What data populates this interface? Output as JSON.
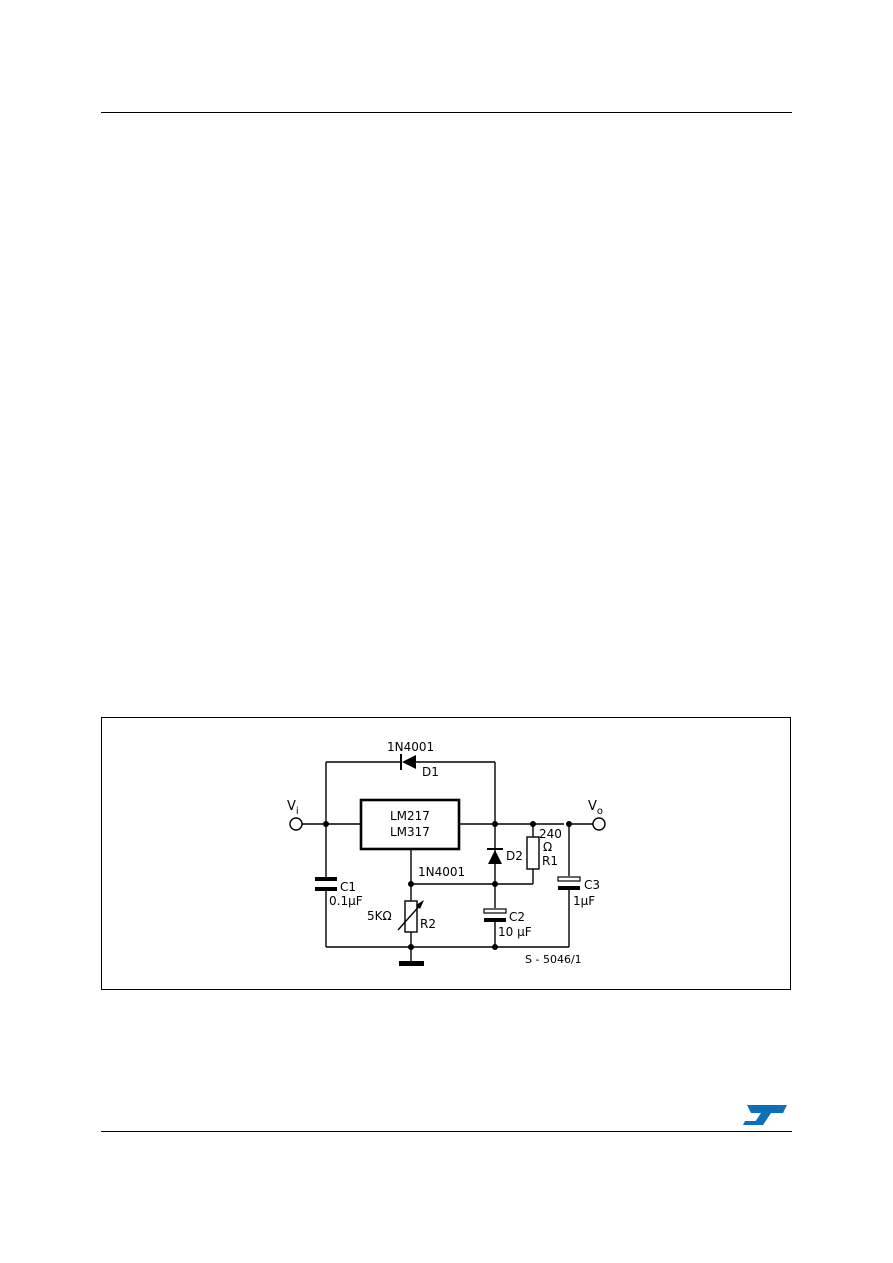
{
  "logo_text": "ST",
  "figure": {
    "ic_line1": "LM217",
    "ic_line2": "LM317",
    "vin_label": "V",
    "vin_sub": "i",
    "vout_label": "V",
    "vout_sub": "o",
    "d1_part": "1N4001",
    "d1_name": "D1",
    "d2_part": "1N4001",
    "d2_name": "D2",
    "r1_value_line1": "240",
    "r1_value_line2": "Ω",
    "r1_name": "R1",
    "r2_value": "5KΩ",
    "r2_name": "R2",
    "c1_name": "C1",
    "c1_value": "0.1μF",
    "c2_name": "C2",
    "c2_value": "10 μF",
    "c3_name": "C3",
    "c3_value": "1μF",
    "code": "S - 5046/1"
  }
}
